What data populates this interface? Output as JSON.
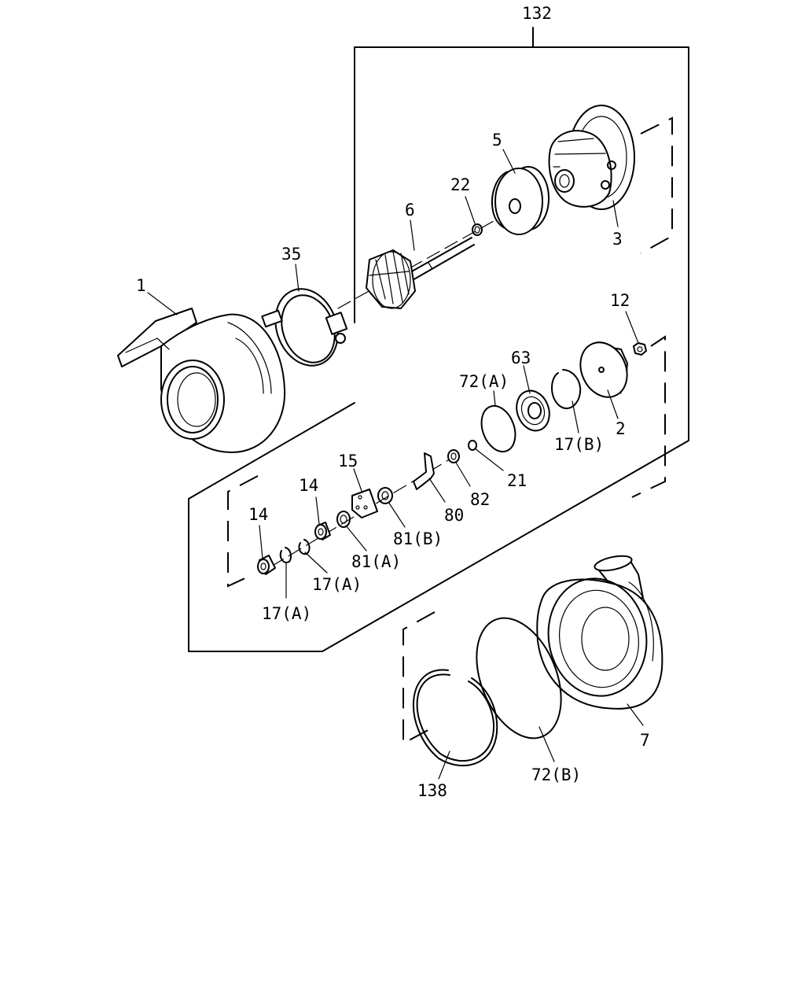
{
  "callouts": {
    "c132": "132",
    "c1": "1",
    "c35": "35",
    "c6": "6",
    "c22": "22",
    "c5": "5",
    "c3": "3",
    "c12": "12",
    "c63": "63",
    "c72a": "72(A)",
    "c2": "2",
    "c17b": "17(B)",
    "c21": "21",
    "c82": "82",
    "c80": "80",
    "c15": "15",
    "c81b": "81(B)",
    "c14a": "14",
    "c14b": "14",
    "c81a": "81(A)",
    "c17a1": "17(A)",
    "c17a2": "17(A)",
    "c7": "7",
    "c72b": "72(B)",
    "c138": "138"
  }
}
